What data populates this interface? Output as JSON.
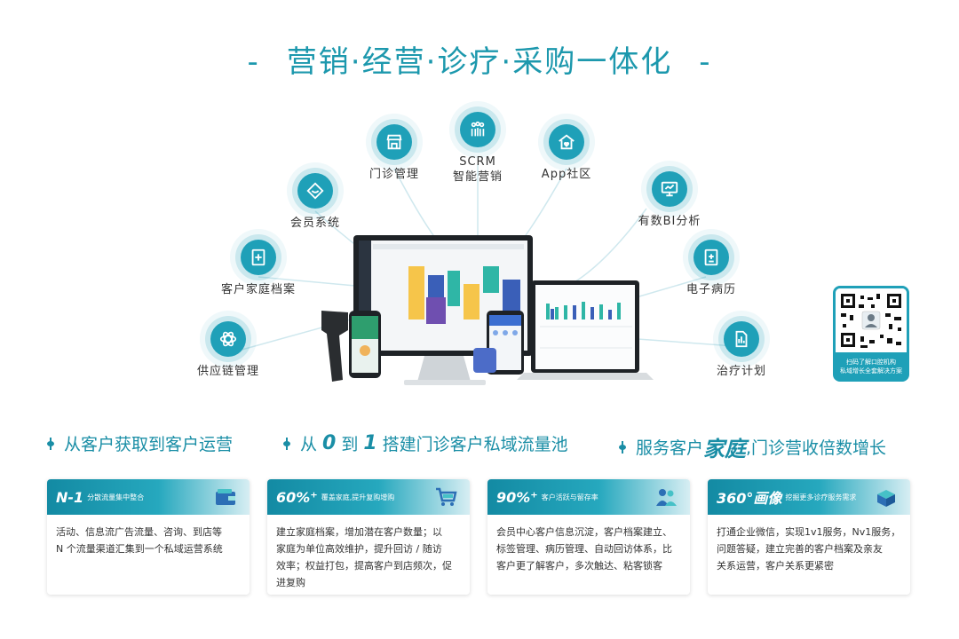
{
  "title": "营销·经营·诊疗·采购一体化",
  "title_dash": "-",
  "nodes": {
    "n1": "门诊管理",
    "n2a": "SCRM",
    "n2b": "智能营销",
    "n3": "App社区",
    "n4": "会员系统",
    "n5": "有数BI分析",
    "n6": "客户家庭档案",
    "n7": "电子病历",
    "n8": "供应链管理",
    "n9": "治疗计划"
  },
  "qr": {
    "caption_1": "扫码了解口腔机构",
    "caption_2": "私域增长全套解决方案"
  },
  "heads": {
    "h1": "从客户获取到客户运营",
    "h2_a": "从",
    "h2_b": "0",
    "h2_c": "到",
    "h2_d": "1",
    "h2_e": "搭建门诊客户私域流量池",
    "h3_a": "服务客户",
    "h3_b": "家庭",
    "h3_c": ",门诊营收倍数增长"
  },
  "cards": [
    {
      "k": "N-1",
      "sub": "分散流量集中整合",
      "l1": "活动、信息流广告流量、咨询、到店等",
      "l2": "N 个流量渠道汇集到一个私域运营系统",
      "l3": "",
      "l4": ""
    },
    {
      "k": "60%⁺",
      "sub": "覆盖家庭,提升复购增购",
      "l1": "建立家庭档案，增加潜在客户数量；以",
      "l2": "家庭为单位高效维护，提升回访 / 随访",
      "l3": "效率；权益打包，提高客户到店频次，促",
      "l4": "进复购"
    },
    {
      "k": "90%⁺",
      "sub": "客户活跃与留存率",
      "l1": "会员中心客户信息沉淀，客户档案建立、",
      "l2": "标签管理、病历管理、自动回访体系，比",
      "l3": "客户更了解客户，多次触达、粘客锁客",
      "l4": ""
    },
    {
      "k": "360°画像",
      "sub": "挖掘更多诊疗服务需求",
      "l1": "打通企业微信，实现1v1服务，Nv1服务，",
      "l2": "问题答疑，建立完善的客户档案及亲友",
      "l3": "关系运营，客户关系更紧密",
      "l4": ""
    }
  ],
  "colors": {
    "accent": "#1fa0b8",
    "heading": "#1a8ea6"
  }
}
